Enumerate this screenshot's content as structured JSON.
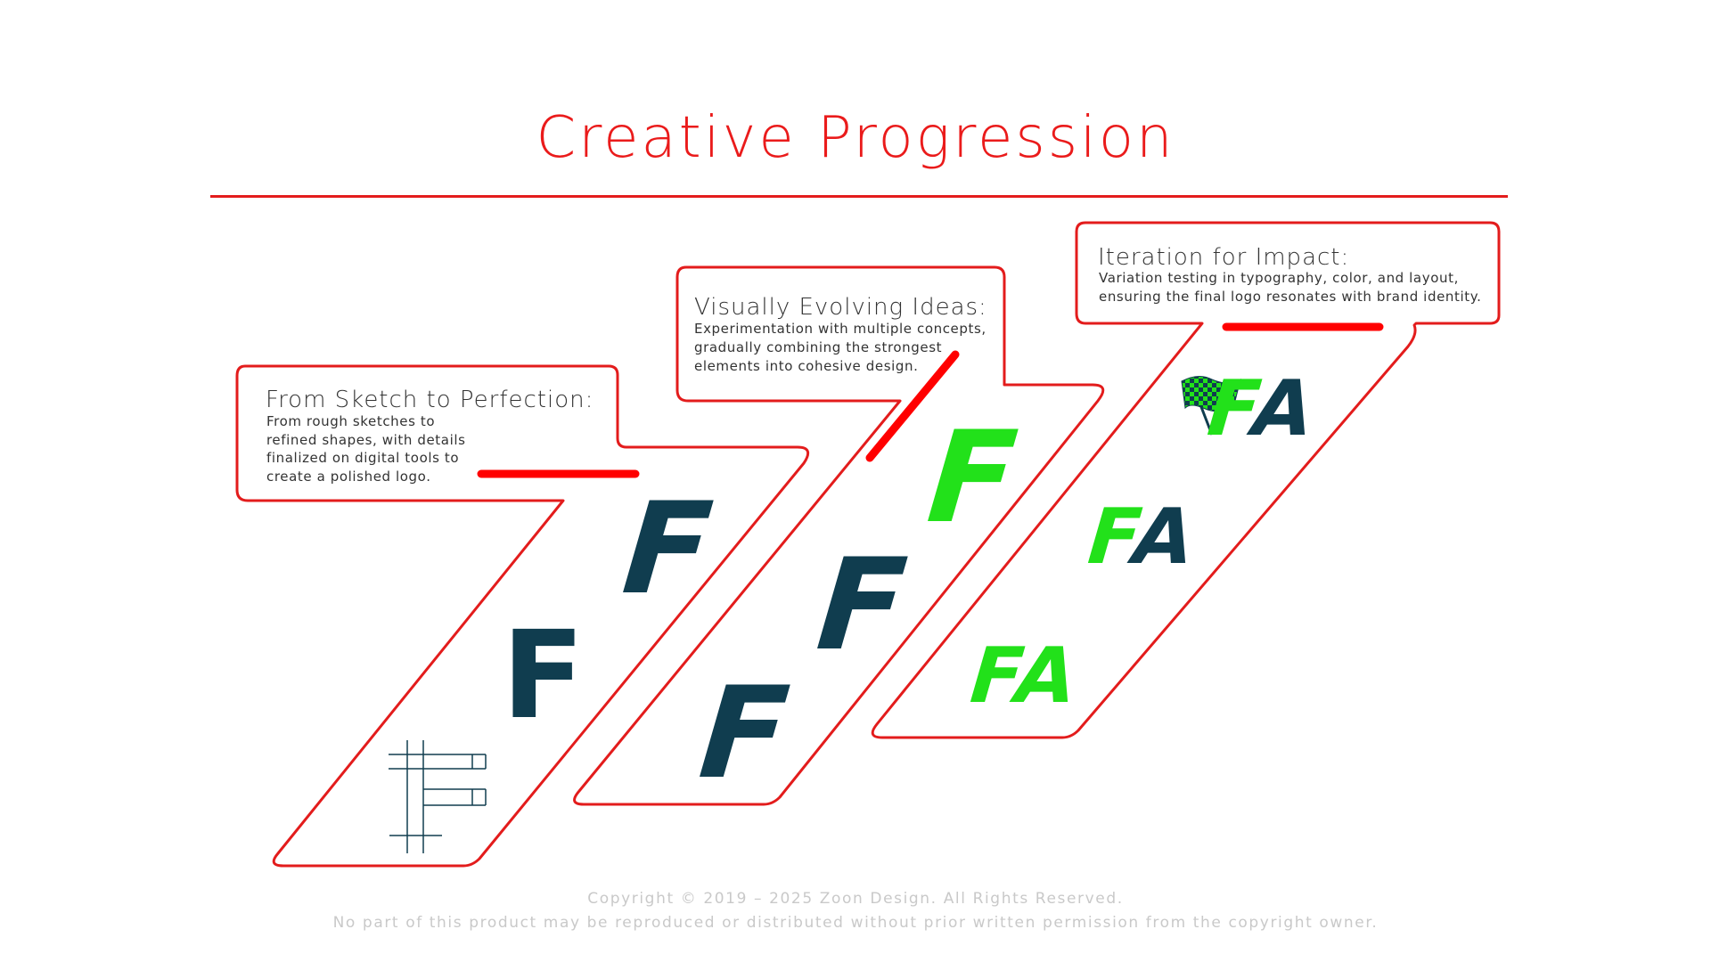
{
  "page": {
    "title": "Creative Progression"
  },
  "stages": [
    {
      "heading": "From Sketch to Perfection:",
      "lines": [
        "From rough sketches to",
        "refined shapes, with details",
        "finalized on digital tools to",
        "create a polished logo."
      ]
    },
    {
      "heading": "Visually Evolving Ideas:",
      "lines": [
        "Experimentation with multiple concepts,",
        "gradually combining the strongest",
        "elements into cohesive design."
      ]
    },
    {
      "heading": "Iteration for Impact:",
      "lines": [
        "Variation testing in typography, color, and layout,",
        "ensuring the final logo resonates with brand identity."
      ]
    }
  ],
  "marks": {
    "f_letter": "F",
    "fa_f": "F",
    "fa_a": "A"
  },
  "footer": {
    "copyright": "Copyright © 2019 – 2025 Zoon Design. All Rights Reserved.",
    "notice": "No part of this product may be reproduced or distributed without prior written permission from the copyright owner."
  },
  "colors": {
    "accent": "#e31c1c",
    "navy": "#103d4f",
    "green": "#22e11a",
    "footer_text": "#c9c9c9"
  },
  "icons": [
    "checkered-flag-icon"
  ]
}
